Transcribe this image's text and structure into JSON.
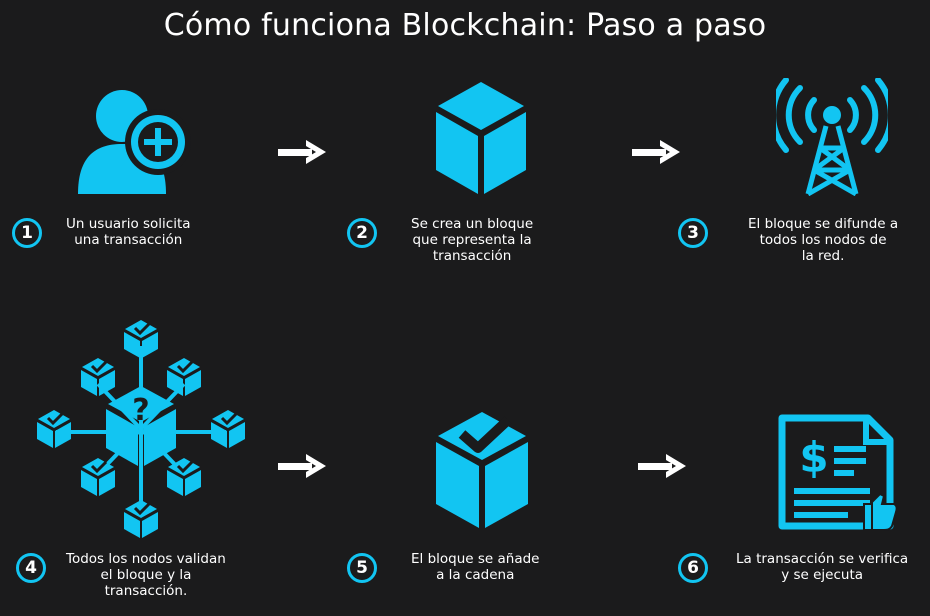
{
  "title": "Cómo funciona Blockchain: Paso a paso",
  "accent_color": "#12c5f2",
  "background_color": "#1b1b1c",
  "steps": [
    {
      "number": "1",
      "icon": "user-add-icon",
      "lines": [
        "Un usuario solicita",
        "una transacción"
      ]
    },
    {
      "number": "2",
      "icon": "cube-icon",
      "lines": [
        "Se crea un bloque",
        "que representa la",
        "transacción"
      ]
    },
    {
      "number": "3",
      "icon": "broadcast-tower-icon",
      "lines": [
        "El bloque se difunde a",
        "todos los nodos de",
        "la red."
      ]
    },
    {
      "number": "4",
      "icon": "node-network-icon",
      "lines": [
        "Todos los nodos validan",
        "el bloque y la",
        "transacción."
      ]
    },
    {
      "number": "5",
      "icon": "cube-check-icon",
      "lines": [
        "El bloque se añade",
        "a la cadena"
      ]
    },
    {
      "number": "6",
      "icon": "invoice-approved-icon",
      "lines": [
        "La transacción se verifica",
        "y se ejecuta"
      ]
    }
  ]
}
